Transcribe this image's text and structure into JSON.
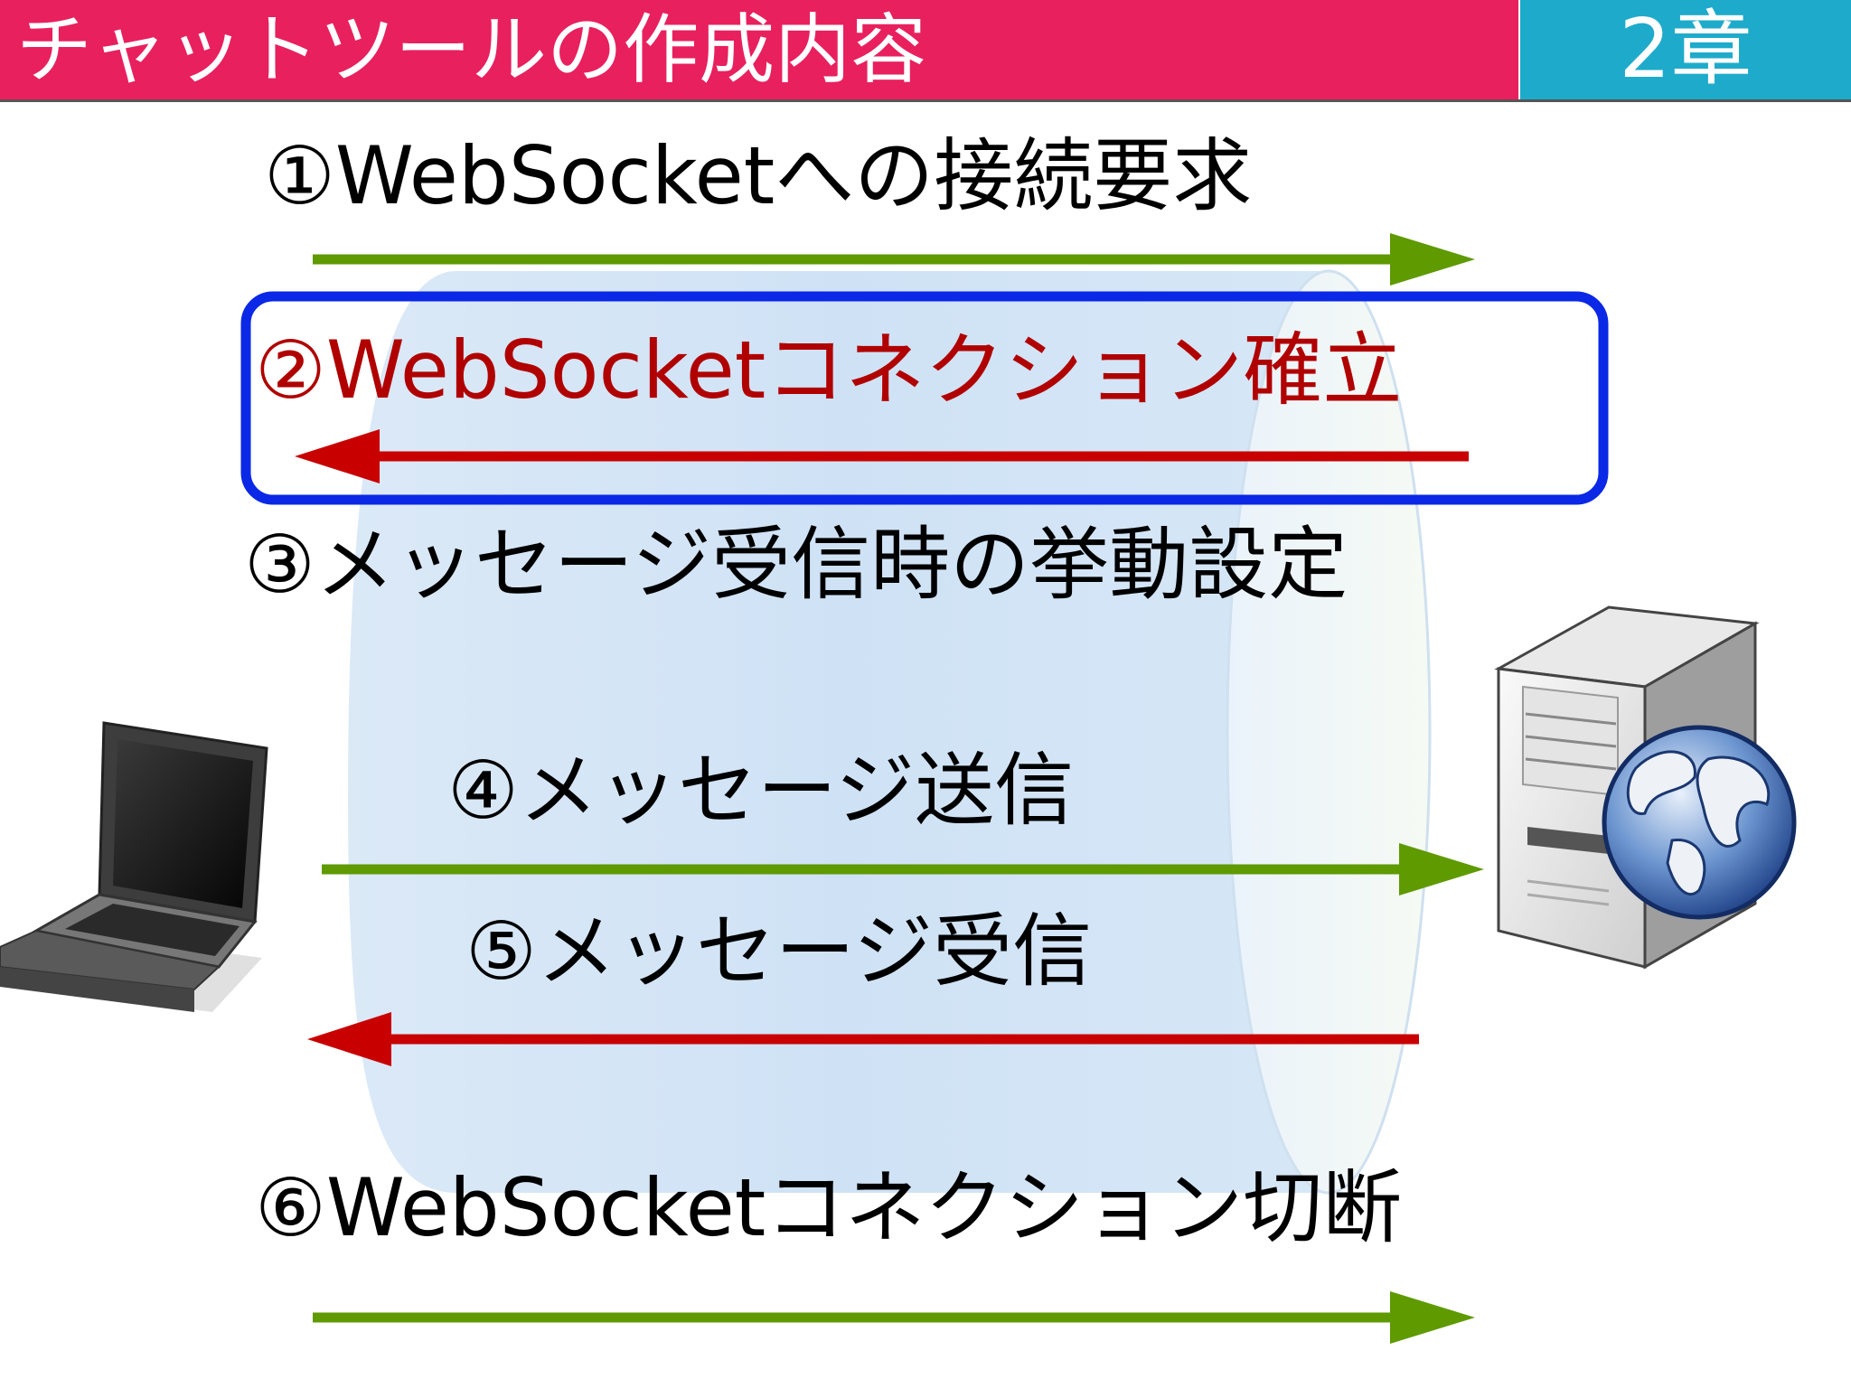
{
  "header": {
    "title": "チャットツールの作成内容",
    "chapter": "2章"
  },
  "steps": [
    {
      "label": "①WebSocketへの接続要求",
      "direction": "client-to-server"
    },
    {
      "label": "②WebSocketコネクション確立",
      "direction": "server-to-client",
      "highlighted": true
    },
    {
      "label": "③メッセージ受信時の挙動設定"
    },
    {
      "label": "④メッセージ送信",
      "direction": "client-to-server"
    },
    {
      "label": "⑤メッセージ受信",
      "direction": "server-to-client"
    },
    {
      "label": "⑥WebSocketコネクション切断",
      "direction": "client-to-server"
    }
  ],
  "colors": {
    "header_bg": "#e8205e",
    "chapter_bg": "#1eabcb",
    "arrow_to_server": "#5e9a00",
    "arrow_to_client": "#c80000",
    "highlight_box": "#0a28e6",
    "connection_pipe": "#cfe3f5"
  },
  "icons": [
    "laptop-icon",
    "server-icon",
    "globe-icon"
  ]
}
